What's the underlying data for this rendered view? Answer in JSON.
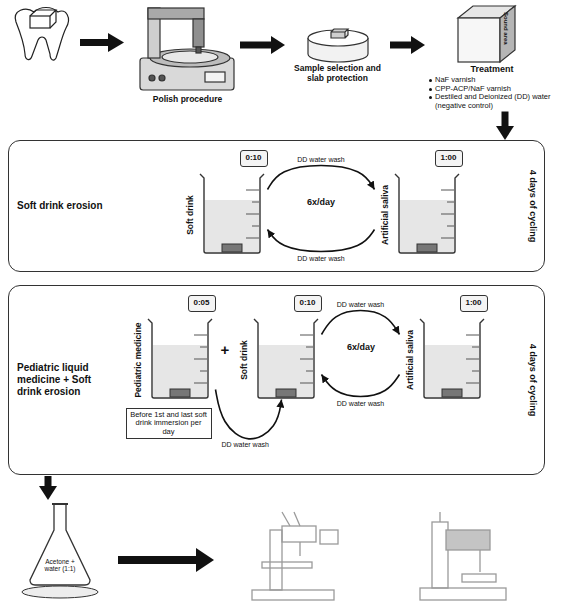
{
  "diagram": {
    "nodes": [
      {
        "text": [
          "Polish procedure"
        ]
      },
      {
        "text": [
          "Sample selection and slab protection"
        ]
      },
      {
        "text": [
          "Treatment",
          "NaF varnish",
          "CPP-ACP/NaF varnish",
          "Destiled and Deionized (DD) water (negative control)"
        ]
      },
      {
        "text": [
          "Soft drink erosion",
          "4 days of cycling"
        ]
      },
      {
        "text": [
          "0:10",
          "Soft drink"
        ],
        "in": 3
      },
      {
        "text": [
          "1:00",
          "Artificial saliva"
        ],
        "in": 3
      },
      {
        "text": [
          "Pediatric liquid medicine + Soft drink erosion",
          "4 days of cycling"
        ]
      },
      {
        "text": [
          "0:05",
          "Pediatric medicine"
        ],
        "in": 6
      },
      {
        "text": [
          "0:10",
          "Soft drink"
        ],
        "in": 6
      },
      {
        "text": [
          "1:00",
          "Artificial saliva"
        ],
        "in": 6
      },
      {
        "text": [
          "Before 1st and last soft drink immersion per day"
        ],
        "in": 6
      },
      {
        "text": [
          "Acetone + water (1:1)"
        ]
      }
    ],
    "edges": [
      {
        "from": 0,
        "to": 1,
        "arrow": "to"
      },
      {
        "from": 1,
        "to": 2,
        "arrow": "to"
      },
      {
        "from": 2,
        "to": 3,
        "arrow": "to"
      },
      {
        "from": 4,
        "to": 5,
        "label": "DD water wash",
        "arrow": "to"
      },
      {
        "from": 5,
        "to": 4,
        "label": "DD water wash",
        "arrow": "to"
      },
      {
        "from": 7,
        "to": 8,
        "label": "DD water wash",
        "arrow": "to"
      },
      {
        "from": 8,
        "to": 9,
        "label": "DD water wash",
        "arrow": "to"
      },
      {
        "from": 9,
        "to": 8,
        "label": "DD water wash",
        "arrow": "to"
      },
      {
        "from": 6,
        "to": 11,
        "arrow": "to"
      }
    ],
    "labels": [
      "Sound area",
      "6x/day",
      "+",
      "6x/day"
    ]
  }
}
